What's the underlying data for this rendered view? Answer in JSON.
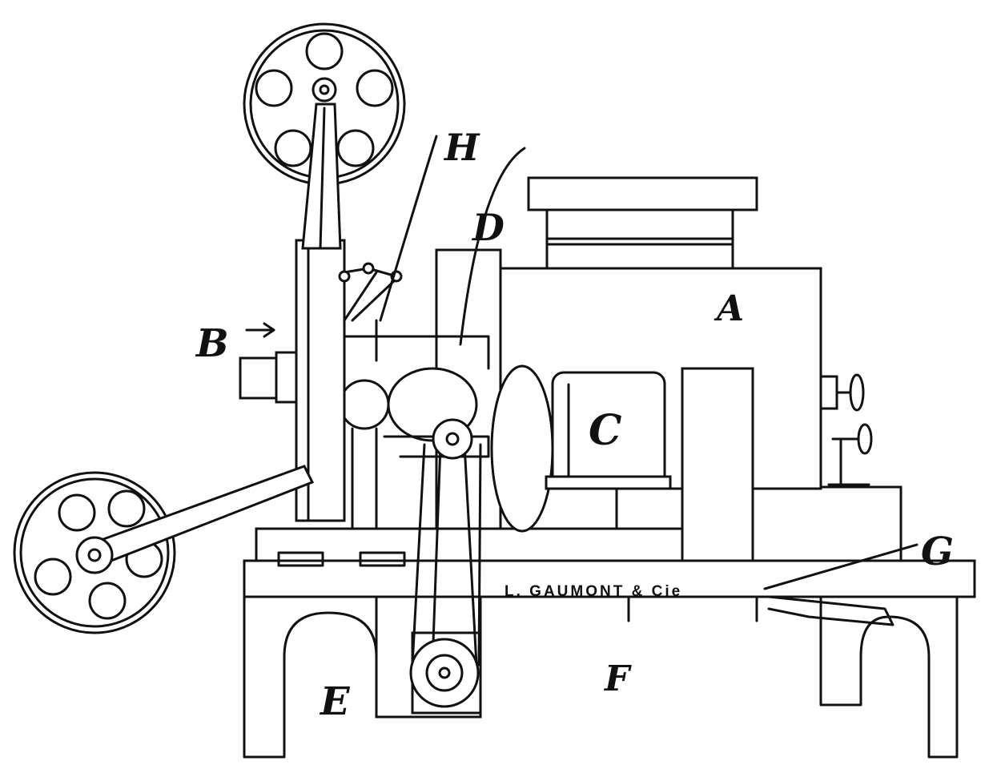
{
  "labels": {
    "A": "A",
    "B": "B",
    "C": "C",
    "D": "D",
    "E": "E",
    "F": "F",
    "G": "G",
    "H": "H"
  },
  "maker_plate": "L. GAUMONT & Cie"
}
